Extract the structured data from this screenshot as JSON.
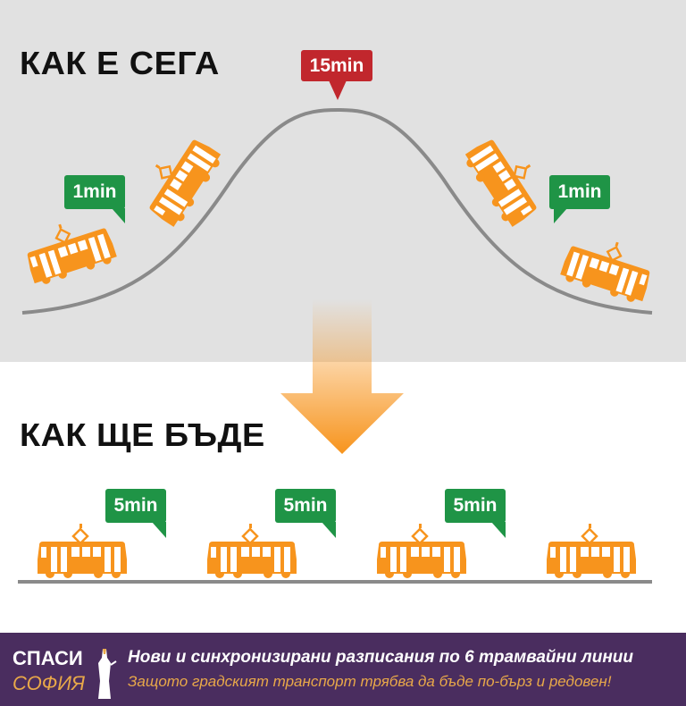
{
  "headings": {
    "current": "КАК Е СЕГА",
    "future": "КАК ЩЕ БЪДЕ"
  },
  "current": {
    "left_interval": "1min",
    "peak_interval": "15min",
    "right_interval": "1min"
  },
  "future": {
    "intervals": [
      "5min",
      "5min",
      "5min"
    ]
  },
  "footer": {
    "logo_line1": "СПАСИ",
    "logo_line2": "СОФИЯ",
    "title": "Нови и синхронизирани разписания по 6 трамвайни линии",
    "subtitle": "Защото градският транспорт трябва да бъде по-бърз и редовен!"
  },
  "colors": {
    "tram": "#f7941d",
    "green": "#1f9446",
    "red": "#c1272d",
    "purple": "#4a2d5f",
    "gold": "#e8a849"
  }
}
